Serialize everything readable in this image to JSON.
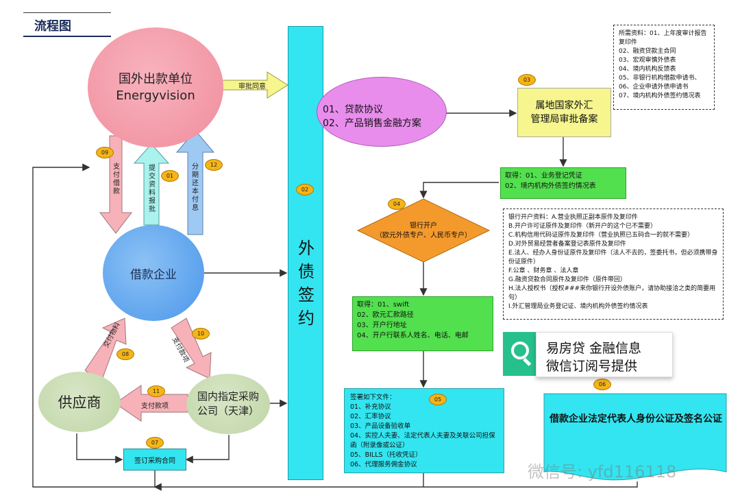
{
  "title": "流程图",
  "nodes": {
    "lender": [
      "国外出款单位",
      "Energyvision"
    ],
    "borrower": "借款企业",
    "supplier": "供应商",
    "procurement": [
      "国内指定采购",
      "公司（天津）"
    ],
    "debt_signing": "外债签约",
    "contract_bubble": [
      "01、贷款协议",
      "02、产品销售金融方案"
    ],
    "safe_approval": [
      "属地国家外汇",
      "管理局审批备案"
    ],
    "safe_materials": [
      "所需资料：01、上年度审计报告复印件",
      "02、融资贷款主合同",
      "03、宏观审慎外债表",
      "04、境内机构反馈表",
      "05、非银行机构借款申请书、",
      "06、企业申请外债申请书",
      "07、境内机构外债签约情况表"
    ],
    "obtain_1": [
      "取得：01、业务登记凭证",
      "02、境内机构外债签约情况表"
    ],
    "bank_account": [
      "银行开户",
      "（欧元外债专户、人民币专户）"
    ],
    "bank_materials": [
      "银行开户资料：A.营业执照正副本原件及复印件",
      "B.开户许可证原件及复印件（新开户的这个已不需要）",
      "C.机构信用代码证原件及复印件（营业执照已五码合一的就不需要）",
      "D.对外贸易经营者备案登记表原件及复印件",
      "E.法人、经办人身份证原件及复印件（法人不去的，签委托书，但必须携带身份证原件）",
      "F.公章 、财务章 、法人章",
      "G.融资贷款合同原件及复印件（原件带回）",
      "H.法人授权书（授权###来你银行开设外债账户，请协助接洽之类的简要用句）",
      "I.外汇管理局业务登记证、境内机构外债签约情况表"
    ],
    "obtain_2": [
      "取得：01、swift",
      "02、欧元汇款路径",
      "03、开户行地址",
      "04、开户行联系人姓名、电话、电邮"
    ],
    "sign_docs": [
      "签署如下文件：",
      "01、补充协议",
      "02、汇率协议",
      "03、产品设备验收单",
      "04、实控人夫妻、法定代表人夫妻及关联公司担保函（附录像或公证）",
      "05、BILLS（托收凭证）",
      "06、代理服务佣金协议"
    ],
    "notary": "借款企业法定代表人身份公证及签名公证",
    "sign_purchase": "签订采购合同"
  },
  "arrows": {
    "approval": "审批同意",
    "pay_loan": "支付借款",
    "submit_docs": "提交资料报批",
    "repay": "分期还本付息",
    "deliver_goods": "交付物料",
    "pay_goods": "支付款项",
    "pay_supplier": "支付款项"
  },
  "badges": [
    "01",
    "02",
    "03",
    "04",
    "05",
    "06",
    "07",
    "08",
    "09",
    "10",
    "11",
    "12"
  ],
  "banner": {
    "line1": "易房贷 金融信息",
    "line2": "微信订阅号提供",
    "icon": "search-icon"
  },
  "watermark": "微信号: yfd116118"
}
